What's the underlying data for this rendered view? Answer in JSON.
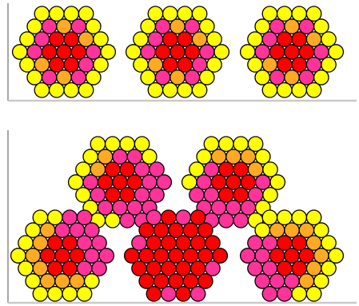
{
  "palette": {
    "red": "#ff0000",
    "pink": "#ff3399",
    "orange": "#ffaa22",
    "yellow": "#ffff00",
    "outline": "#000000",
    "frame": "#a8a8a8"
  },
  "panels": [
    {
      "id": "top-panel",
      "clusters": [
        {
          "id": "cluster-1",
          "pattern": "hexagon-37",
          "center": "red"
        },
        {
          "id": "cluster-2",
          "pattern": "hexagon-37",
          "center": "red"
        },
        {
          "id": "cluster-3",
          "pattern": "hexagon-37",
          "center": "red"
        }
      ],
      "joined": true
    },
    {
      "id": "bottom-panel",
      "clusters": [
        {
          "id": "cluster-upper-left",
          "pattern": "hexagon-37"
        },
        {
          "id": "cluster-upper-right",
          "pattern": "hexagon-37"
        },
        {
          "id": "cluster-lower-left",
          "pattern": "hexagon-37"
        },
        {
          "id": "cluster-center",
          "pattern": "hexagon-37"
        },
        {
          "id": "cluster-lower-right",
          "pattern": "hexagon-37"
        }
      ],
      "joined": true
    }
  ]
}
